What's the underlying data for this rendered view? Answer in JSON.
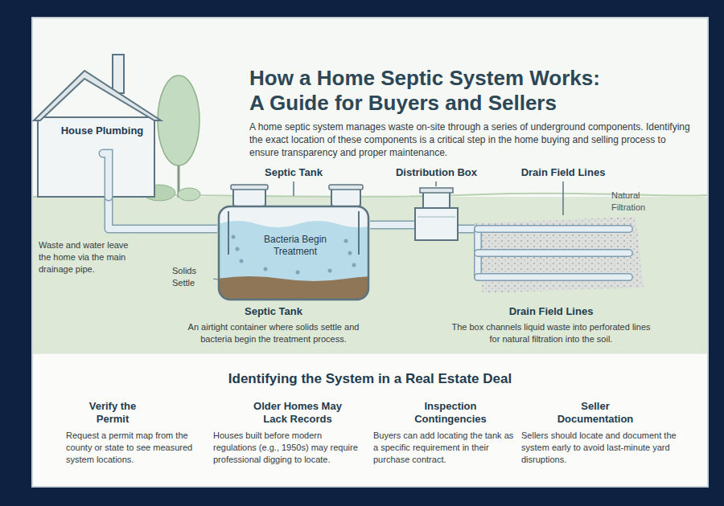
{
  "diagram": {
    "title": "How a Home Septic System Works: A Guide for Buyers and Sellers",
    "nodes": [
      {
        "text": [
          "House Plumbing"
        ]
      },
      {
        "text": [
          "Septic Tank",
          "Bacteria Begin Treatment"
        ]
      },
      {
        "text": [
          "Distribution Box"
        ]
      },
      {
        "text": [
          "Drain Field Lines"
        ]
      }
    ],
    "edges": [
      {
        "from": 0,
        "to": 1,
        "arrow": "none"
      },
      {
        "from": 1,
        "to": 2,
        "arrow": "none"
      },
      {
        "from": 2,
        "to": 3,
        "arrow": "none"
      }
    ],
    "labels": [
      "A home septic system manages waste on-site through a series of underground components. Identifying the exact location of these components is a critical step in the home buying and selling process to ensure transparency and proper maintenance.",
      "Waste and water leave the home via the main drainage pipe.",
      "Solids Settle",
      "Natural Filtration",
      "Septic Tank",
      "An airtight container where solids settle and bacteria begin the treatment process.",
      "Drain Field Lines",
      "The box channels liquid waste into perforated lines for natural filtration into the soil.",
      "Identifying the System in a Real Estate Deal",
      "Verify the Permit",
      "Request a permit map from the county or state to see measured system locations.",
      "Older Homes May Lack Records",
      "Houses built before modern regulations (e.g., 1950s) may require professional digging to locate.",
      "Inspection Contingencies",
      "Buyers can add locating the tank as a specific requirement in their purchase contract.",
      "Seller Documentation",
      "Sellers should locate and document the system early to avoid last-minute yard disruptions."
    ]
  }
}
